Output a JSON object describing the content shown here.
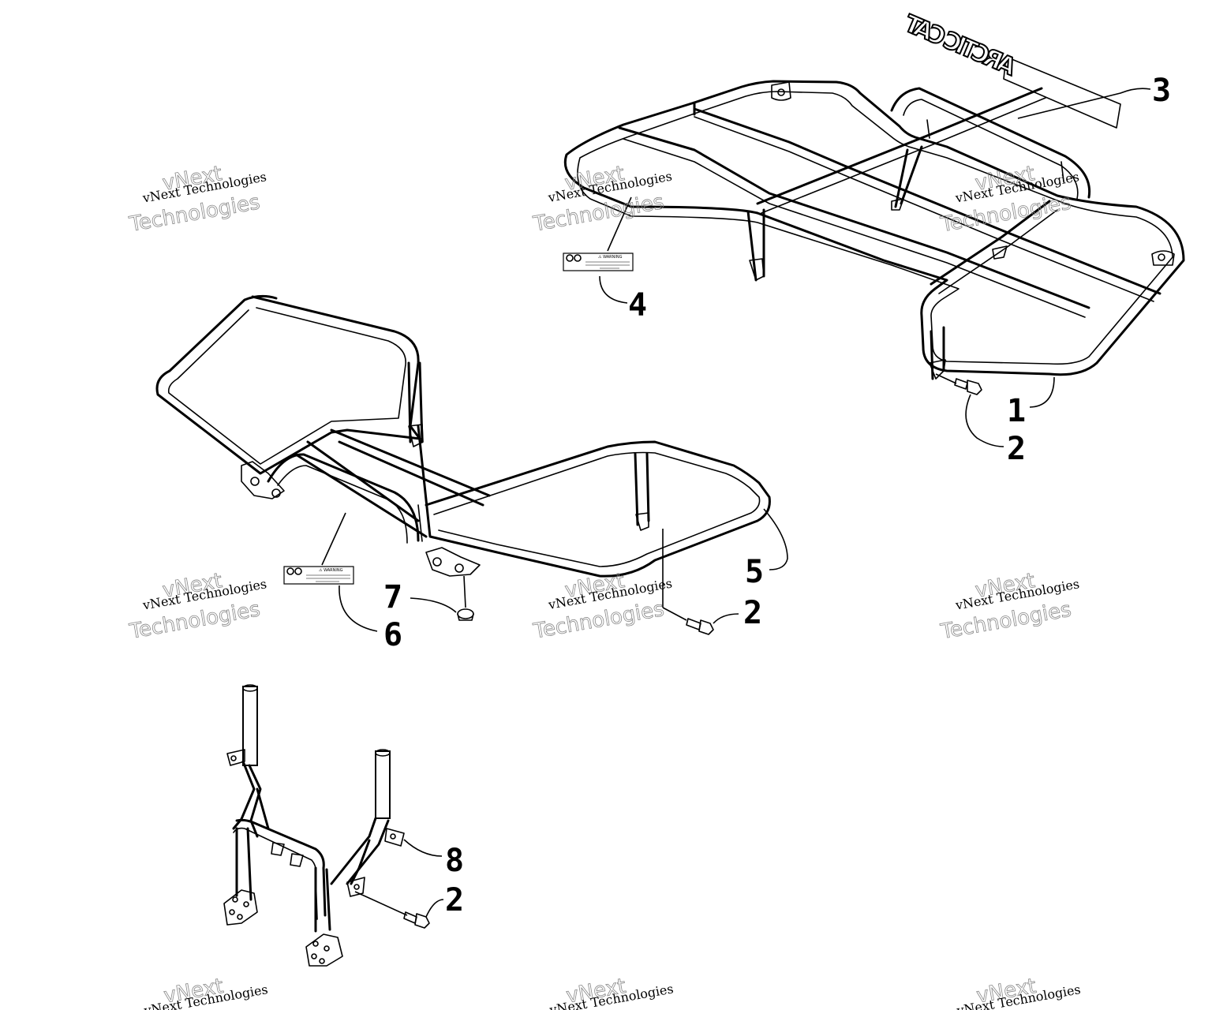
{
  "callouts": {
    "c1": "1",
    "c2a": "2",
    "c3": "3",
    "c4": "4",
    "c5": "5",
    "c2b": "2",
    "c7": "7",
    "c6": "6",
    "c8": "8",
    "c2c": "2"
  },
  "watermark": {
    "small": "vNext Technologies",
    "brand_top": "vNext",
    "brand_bottom": "Technologies"
  },
  "logo_text": "ARCTIC CAT",
  "decal": {
    "warning": "⚠ WARNING"
  }
}
